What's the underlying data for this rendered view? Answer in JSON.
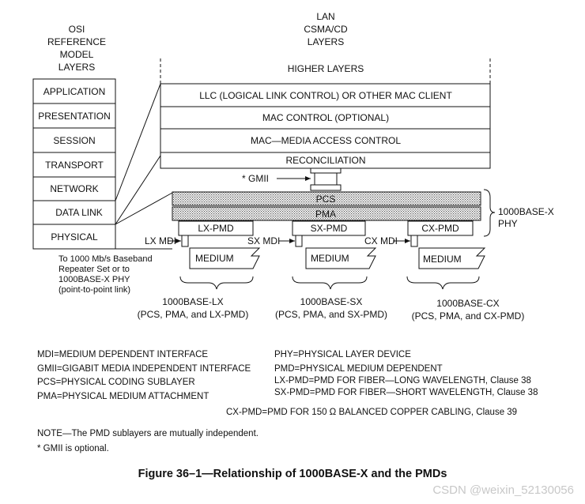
{
  "osi": {
    "header": [
      "OSI",
      "REFERENCE",
      "MODEL",
      "LAYERS"
    ],
    "layers": [
      "APPLICATION",
      "PRESENTATION",
      "SESSION",
      "TRANSPORT",
      "NETWORK",
      "DATA LINK",
      "PHYSICAL"
    ]
  },
  "lan": {
    "header": [
      "LAN",
      "CSMA/CD",
      "LAYERS"
    ],
    "higher": "HIGHER LAYERS",
    "llc": "LLC (LOGICAL LINK CONTROL) OR OTHER MAC CLIENT",
    "mac_control": "MAC CONTROL (OPTIONAL)",
    "mac": "MAC—MEDIA ACCESS CONTROL",
    "reconciliation": "RECONCILIATION"
  },
  "gmii": "* GMII",
  "pcs": "PCS",
  "pma": "PMA",
  "phy_label": [
    "1000BASE-X",
    "PHY"
  ],
  "pmd": {
    "lx": "LX-PMD",
    "sx": "SX-PMD",
    "cx": "CX-PMD"
  },
  "mdi": {
    "lx": "LX MDI",
    "sx": "SX MDI",
    "cx": "CX MDI"
  },
  "medium": "MEDIUM",
  "repeater_note": [
    "To 1000 Mb/s Baseband",
    "Repeater Set or to",
    "1000BASE-X PHY",
    "(point-to-point link)"
  ],
  "groups": {
    "lx": [
      "1000BASE-LX",
      "(PCS, PMA, and LX-PMD)"
    ],
    "sx": [
      "1000BASE-SX",
      "(PCS, PMA, and SX-PMD)"
    ],
    "cx": [
      "1000BASE-CX",
      "(PCS, PMA, and CX-PMD)"
    ]
  },
  "legend": {
    "mdi": "MDI=MEDIUM DEPENDENT INTERFACE",
    "gmii": "GMII=GIGABIT MEDIA INDEPENDENT INTERFACE",
    "pcs": "PCS=PHYSICAL CODING SUBLAYER",
    "pma": "PMA=PHYSICAL MEDIUM ATTACHMENT",
    "phy": "PHY=PHYSICAL LAYER DEVICE",
    "pmd": "PMD=PHYSICAL MEDIUM DEPENDENT",
    "lx_pmd": "LX-PMD=PMD FOR FIBER—LONG WAVELENGTH, Clause 38",
    "sx_pmd": "SX-PMD=PMD FOR FIBER—SHORT WAVELENGTH, Clause 38",
    "cx_pmd": "CX-PMD=PMD FOR 150 Ω BALANCED COPPER CABLING, Clause 39"
  },
  "note": "NOTE—The PMD sublayers are mutually independent.",
  "gmii_optional": "* GMII is optional.",
  "caption": "Figure 36–1—Relationship of 1000BASE-X and the PMDs",
  "watermark": "CSDN @weixin_52130056"
}
